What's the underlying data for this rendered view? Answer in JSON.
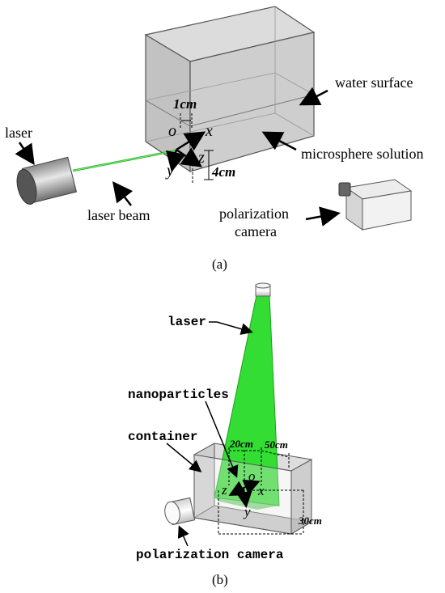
{
  "panel_a": {
    "labels": {
      "laser": "laser",
      "laser_beam": "laser beam",
      "water_surface": "water surface",
      "microsphere_solution": "microsphere solution",
      "polarization_camera_line1": "polarization",
      "polarization_camera_line2": "camera"
    },
    "axes": {
      "origin": "o",
      "x": "x",
      "y": "y",
      "z": "z"
    },
    "dimensions": {
      "depth": "1cm",
      "height": "4cm"
    },
    "caption": "(a)"
  },
  "panel_b": {
    "labels": {
      "laser": "laser",
      "nanoparticles": "nanoparticles",
      "container": "container",
      "polarization_camera": "polarization camera"
    },
    "axes": {
      "origin": "o",
      "x": "x",
      "y": "y",
      "z": "z"
    },
    "dimensions": {
      "width1": "20cm",
      "width2": "50cm",
      "height": "30cm"
    },
    "caption": "(b)"
  },
  "colors": {
    "laser_green": "#33dd33",
    "box_gray": "#c8c8c8",
    "edge": "#555555"
  }
}
